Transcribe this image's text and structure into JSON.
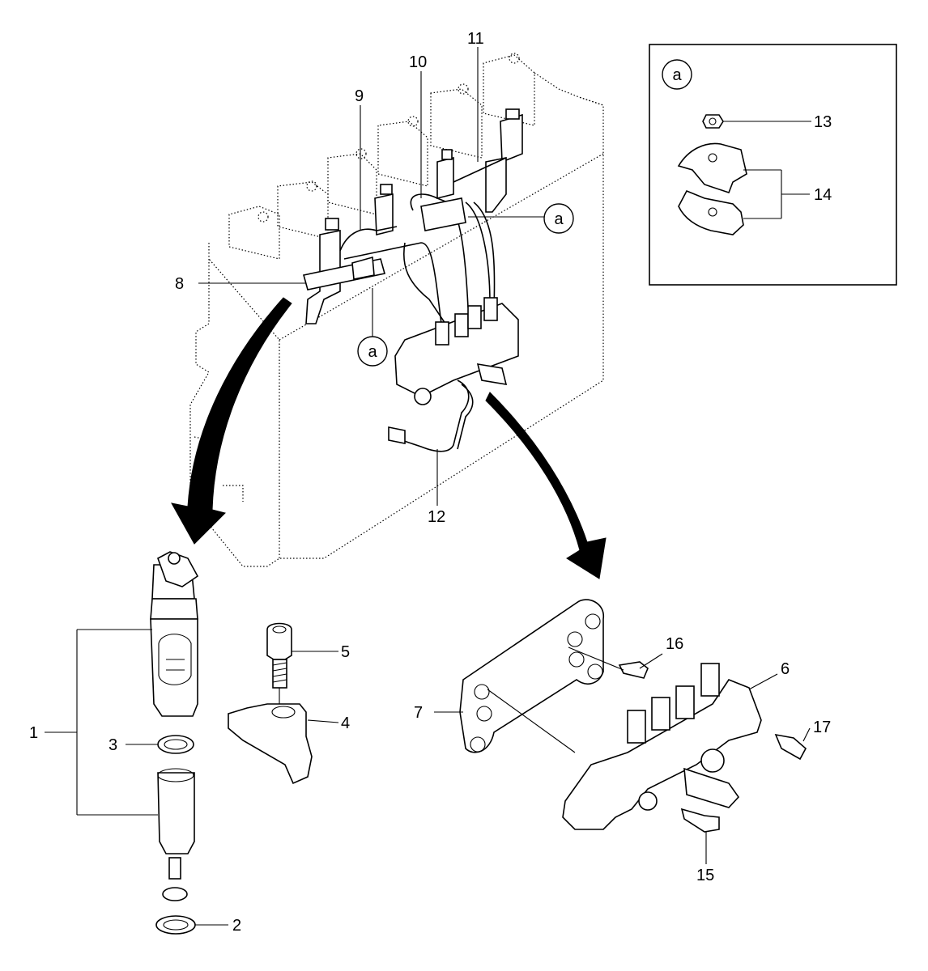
{
  "callouts": {
    "c1": "1",
    "c2": "2",
    "c3": "3",
    "c4": "4",
    "c5": "5",
    "c6": "6",
    "c7": "7",
    "c8": "8",
    "c9": "9",
    "c10": "10",
    "c11": "11",
    "c12": "12",
    "c13": "13",
    "c14": "14",
    "c15": "15",
    "c16": "16",
    "c17": "17"
  },
  "detail_marker": "a"
}
